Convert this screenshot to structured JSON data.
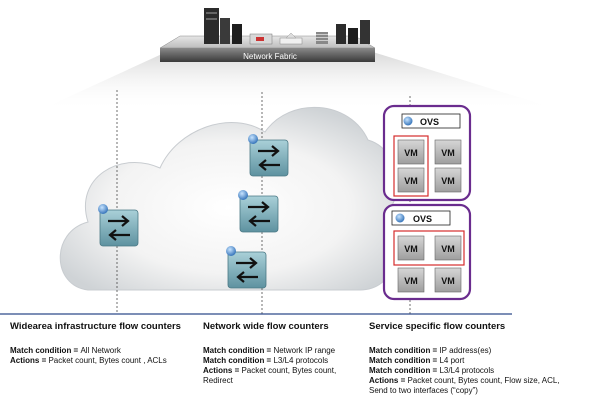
{
  "fabric": {
    "label": "Network Fabric"
  },
  "ovs_hosts": [
    {
      "label": "OVS",
      "vms": [
        "VM",
        "VM",
        "VM",
        "VM"
      ]
    },
    {
      "label": "OVS",
      "vms": [
        "VM",
        "VM",
        "VM",
        "VM"
      ]
    }
  ],
  "columns": [
    {
      "title": "Widearea infrastructure flow counters",
      "rows": [
        {
          "key": "Match condition",
          "sep": " = ",
          "value": "All Network"
        },
        {
          "key": "Actions",
          "sep": " = ",
          "value": "Packet count, Bytes count , ACLs"
        }
      ]
    },
    {
      "title": "Network wide flow counters",
      "rows": [
        {
          "key": "Match condition",
          "sep": " = ",
          "value": "Network IP range"
        },
        {
          "key": "Match condition",
          "sep": " = ",
          "value": "L3/L4 protocols"
        },
        {
          "key": "Actions",
          "sep": " = ",
          "value": "Packet count, Bytes count,"
        },
        {
          "key": "",
          "sep": "",
          "value": "Redirect"
        }
      ]
    },
    {
      "title": "Service  specific flow counters",
      "rows": [
        {
          "key": "Match condition",
          "sep": " = ",
          "value": "IP address(es)"
        },
        {
          "key": "Match condition",
          "sep": " = ",
          "value": "L4 port"
        },
        {
          "key": "Match condition",
          "sep": " = ",
          "value": " L3/L4 protocols"
        },
        {
          "key": "Actions",
          "sep": " = ",
          "value": "Packet count, Bytes count, Flow size, ACL,"
        },
        {
          "key": "",
          "sep": "",
          "value": "Send to two interfaces (“copy”)"
        }
      ]
    }
  ],
  "colors": {
    "ovs_border": "#6a2c8e",
    "vm_highlight": "#d42c2c",
    "switch_fill": "#7fb0bd",
    "divider": "#2d4a8a"
  }
}
